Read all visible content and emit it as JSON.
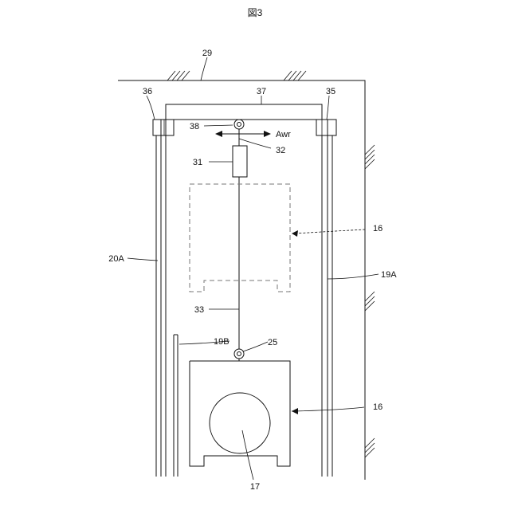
{
  "figure": {
    "title": "図3",
    "labels": {
      "ceiling": "29",
      "left_top_block": "36",
      "top_beam": "37",
      "right_top_block": "35",
      "pulley_top": "38",
      "motion_arrow": "Awr",
      "rope_top": "32",
      "device": "31",
      "weight_dashed": "16",
      "rail_left": "20A",
      "rail_right": "19A",
      "rope": "33",
      "rail_small": "19B",
      "pulley_bottom": "25",
      "weight_solid": "16",
      "cylinder": "17"
    }
  }
}
